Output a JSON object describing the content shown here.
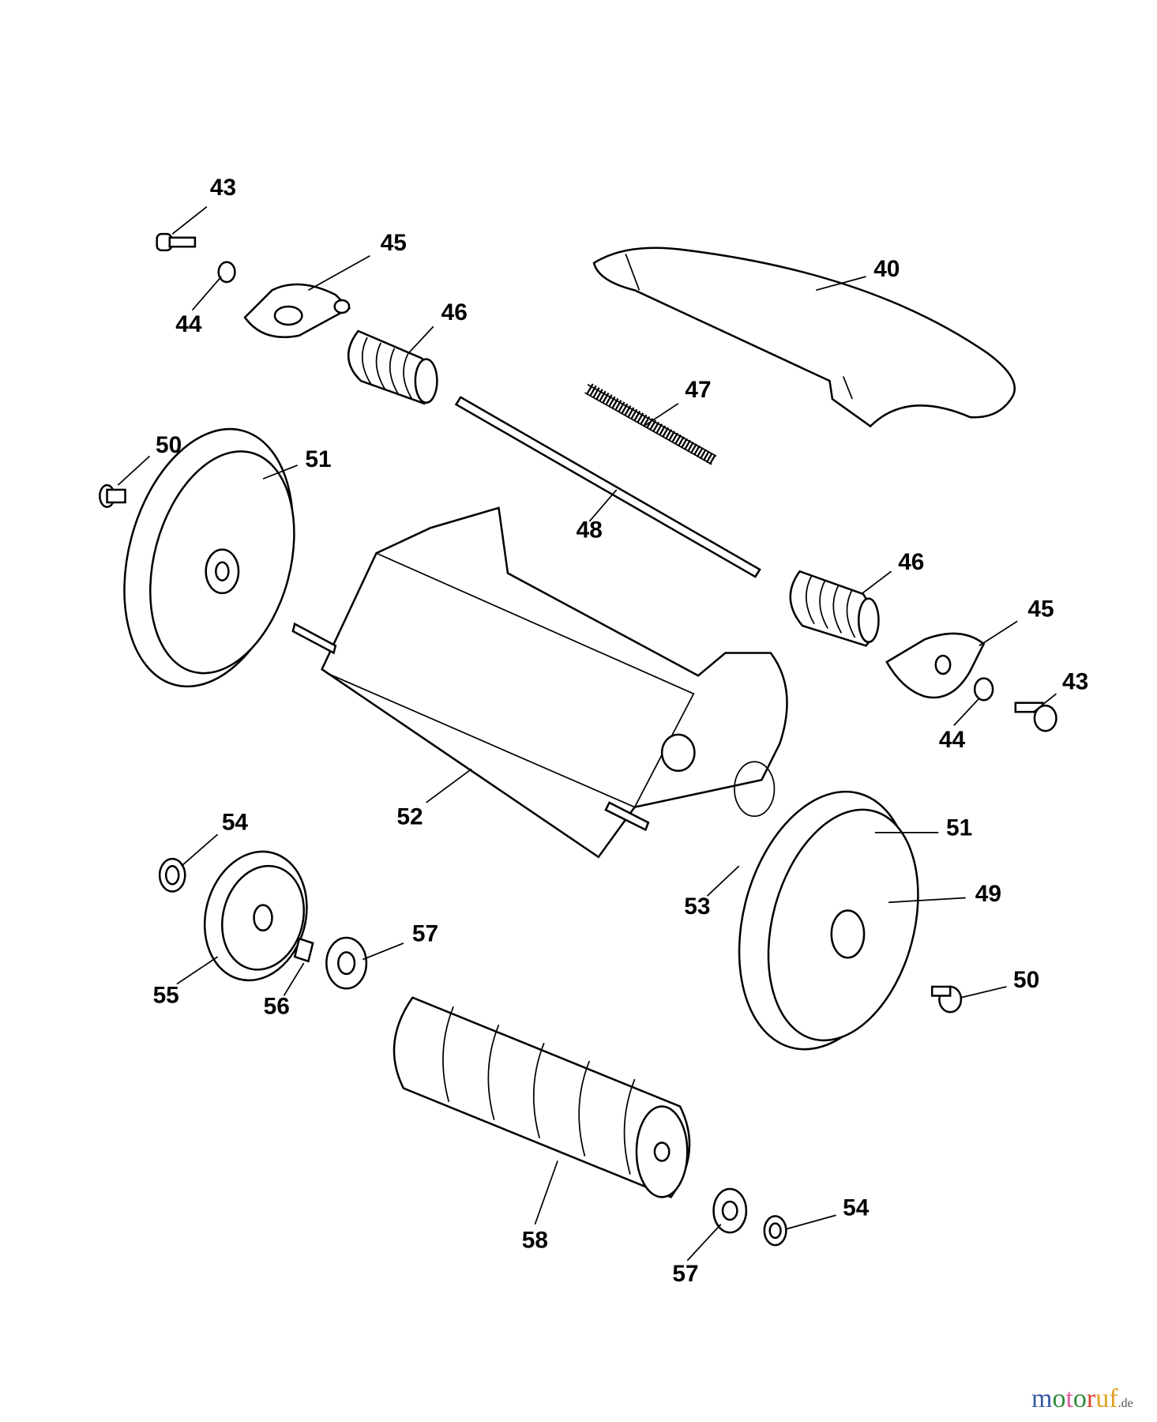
{
  "callouts": [
    "43",
    "45",
    "40",
    "44",
    "46",
    "47",
    "50",
    "51",
    "48",
    "46",
    "45",
    "43",
    "44",
    "52",
    "54",
    "51",
    "49",
    "53",
    "57",
    "55",
    "56",
    "50",
    "54",
    "58",
    "57"
  ],
  "watermark": {
    "text": "motoruf",
    "suffix": ".de",
    "colors": [
      "#3b5ba8",
      "#2e8b3a",
      "#e05a9b",
      "#2e8b3a",
      "#d9432a",
      "#e0a020",
      "#e0a020"
    ]
  }
}
